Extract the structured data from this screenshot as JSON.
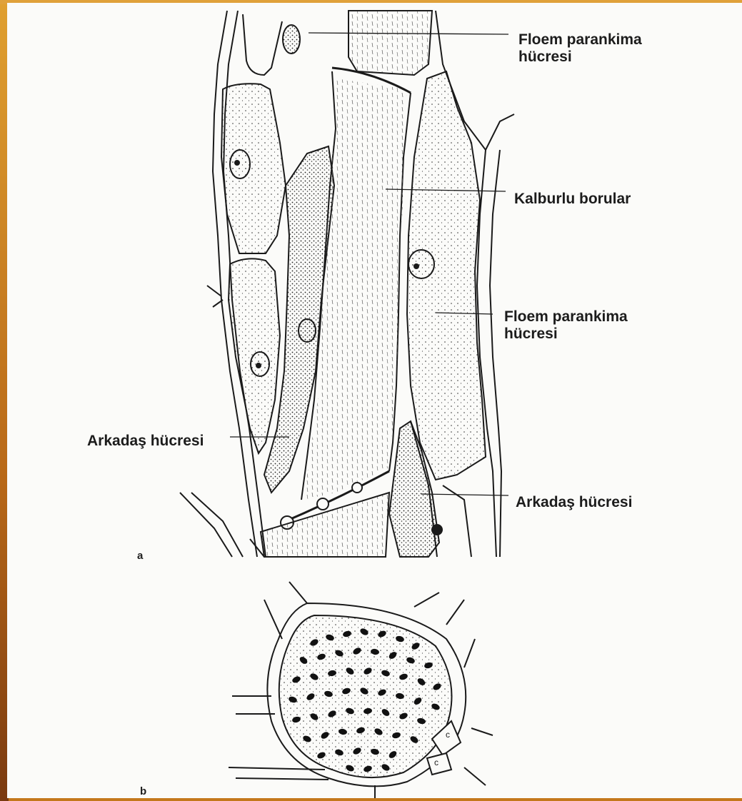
{
  "colors": {
    "frame": "#c4781c",
    "plate": "#fbfbf9",
    "ink": "#1a1a1a"
  },
  "figure_a": {
    "panel_letter": "a",
    "labels": {
      "floem_parankima_top_line1": "Floem parankima",
      "floem_parankima_top_line2": "hücresi",
      "kalburlu_borular": "Kalburlu borular",
      "floem_parankima_mid_line1": "Floem parankima",
      "floem_parankima_mid_line2": "hücresi",
      "arkadas_left": "Arkadaş hücresi",
      "arkadas_right": "Arkadaş hücresi"
    }
  },
  "figure_b": {
    "panel_letter": "b",
    "companion_cell_letter_1": "c",
    "companion_cell_letter_2": "c"
  }
}
